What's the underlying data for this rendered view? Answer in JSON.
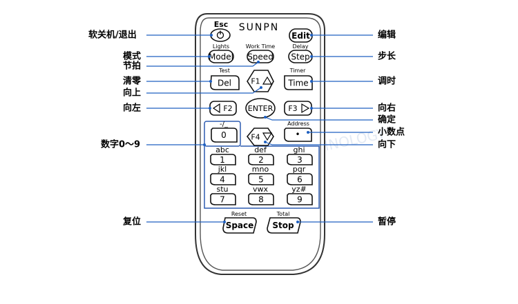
{
  "brand": "SUNPN",
  "watermark": "ZHONGTIAN TECHNOLOGY",
  "keys": {
    "power": {
      "top": "Esc"
    },
    "edit": {
      "label": "Edit"
    },
    "model": {
      "top": "Lights",
      "label": "Model"
    },
    "speed": {
      "top": "Work Time",
      "label": "Speed"
    },
    "step": {
      "top": "Delay",
      "label": "Step"
    },
    "del": {
      "top": "Test",
      "label": "Del"
    },
    "f1": {
      "label": "F1"
    },
    "time": {
      "top": "Timer",
      "label": "Time"
    },
    "f2": {
      "label": "F2"
    },
    "enter": {
      "label": "ENTER"
    },
    "f3": {
      "label": "F3"
    },
    "zero": {
      "top": "-/_",
      "label": "0"
    },
    "f4": {
      "label": "F4"
    },
    "dot": {
      "top": "Address",
      "label": "•"
    },
    "one": {
      "top": "abc",
      "label": "1"
    },
    "two": {
      "top": "def",
      "label": "2"
    },
    "three": {
      "top": "ghi",
      "label": "3"
    },
    "four": {
      "top": "jkl",
      "label": "4"
    },
    "five": {
      "top": "mno",
      "label": "5"
    },
    "six": {
      "top": "pqr",
      "label": "6"
    },
    "seven": {
      "top": "stu",
      "label": "7"
    },
    "eight": {
      "top": "vwx",
      "label": "8"
    },
    "nine": {
      "top": "yz#",
      "label": "9"
    },
    "space": {
      "top": "Reset",
      "label": "Space"
    },
    "stop": {
      "top": "Total",
      "label": "Stop"
    }
  },
  "callouts": {
    "power_exit": "软关机/退出",
    "mode": "模式",
    "beat": "节拍",
    "clear": "清零",
    "up": "向上",
    "left": "向左",
    "digits": "数字0～9",
    "reset": "复位",
    "edit": "编辑",
    "step_len": "步长",
    "timing": "调时",
    "right": "向右",
    "confirm": "确定",
    "decimal": "小数点",
    "down": "向下",
    "pause": "暂停"
  }
}
